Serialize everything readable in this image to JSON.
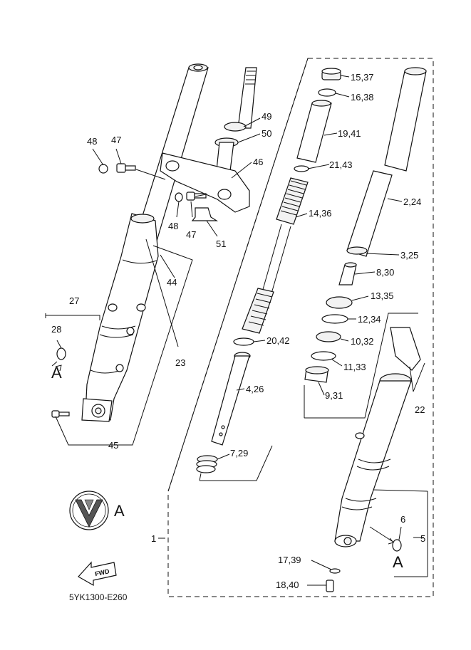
{
  "diagram": {
    "code": "5YK1300-E260",
    "fwd": "FWD",
    "logo_letter": "A",
    "ref_letter": "A",
    "callouts": {
      "c1": "1",
      "c5": "5",
      "c6": "6",
      "c22": "22",
      "c23": "23",
      "c27": "27",
      "c28": "28",
      "c44": "44",
      "c45": "45",
      "c46": "46",
      "c47a": "47",
      "c47b": "47",
      "c48a": "48",
      "c48b": "48",
      "c49": "49",
      "c50": "50",
      "c51": "51",
      "c15_37": "15,37",
      "c16_38": "16,38",
      "c19_41": "19,41",
      "c21_43": "21,43",
      "c14_36": "14,36",
      "c2_24": "2,24",
      "c3_25": "3,25",
      "c8_30": "8,30",
      "c13_35": "13,35",
      "c12_34": "12,34",
      "c10_32": "10,32",
      "c20_42": "20,42",
      "c11_33": "11,33",
      "c4_26": "4,26",
      "c9_31": "9,31",
      "c7_29": "7,29",
      "c17_39": "17,39",
      "c18_40": "18,40"
    }
  }
}
